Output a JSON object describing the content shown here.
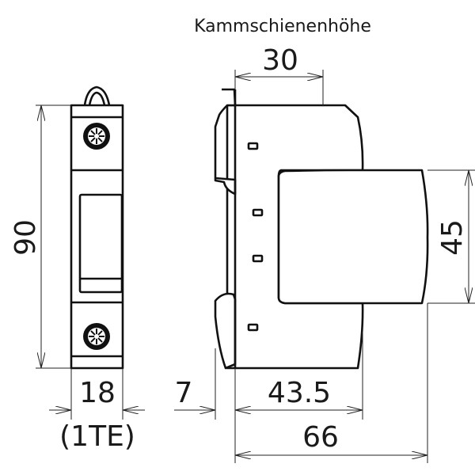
{
  "title": "Kammschienenhöhe",
  "dimensions": {
    "height": "90",
    "width": "18",
    "width_units": "(1TE)",
    "busbar_height": "30",
    "front_height": "45",
    "clip_offset": "7",
    "base_depth": "43.5",
    "total_depth": "66"
  },
  "colors": {
    "line": "#111111",
    "background": "#ffffff"
  }
}
